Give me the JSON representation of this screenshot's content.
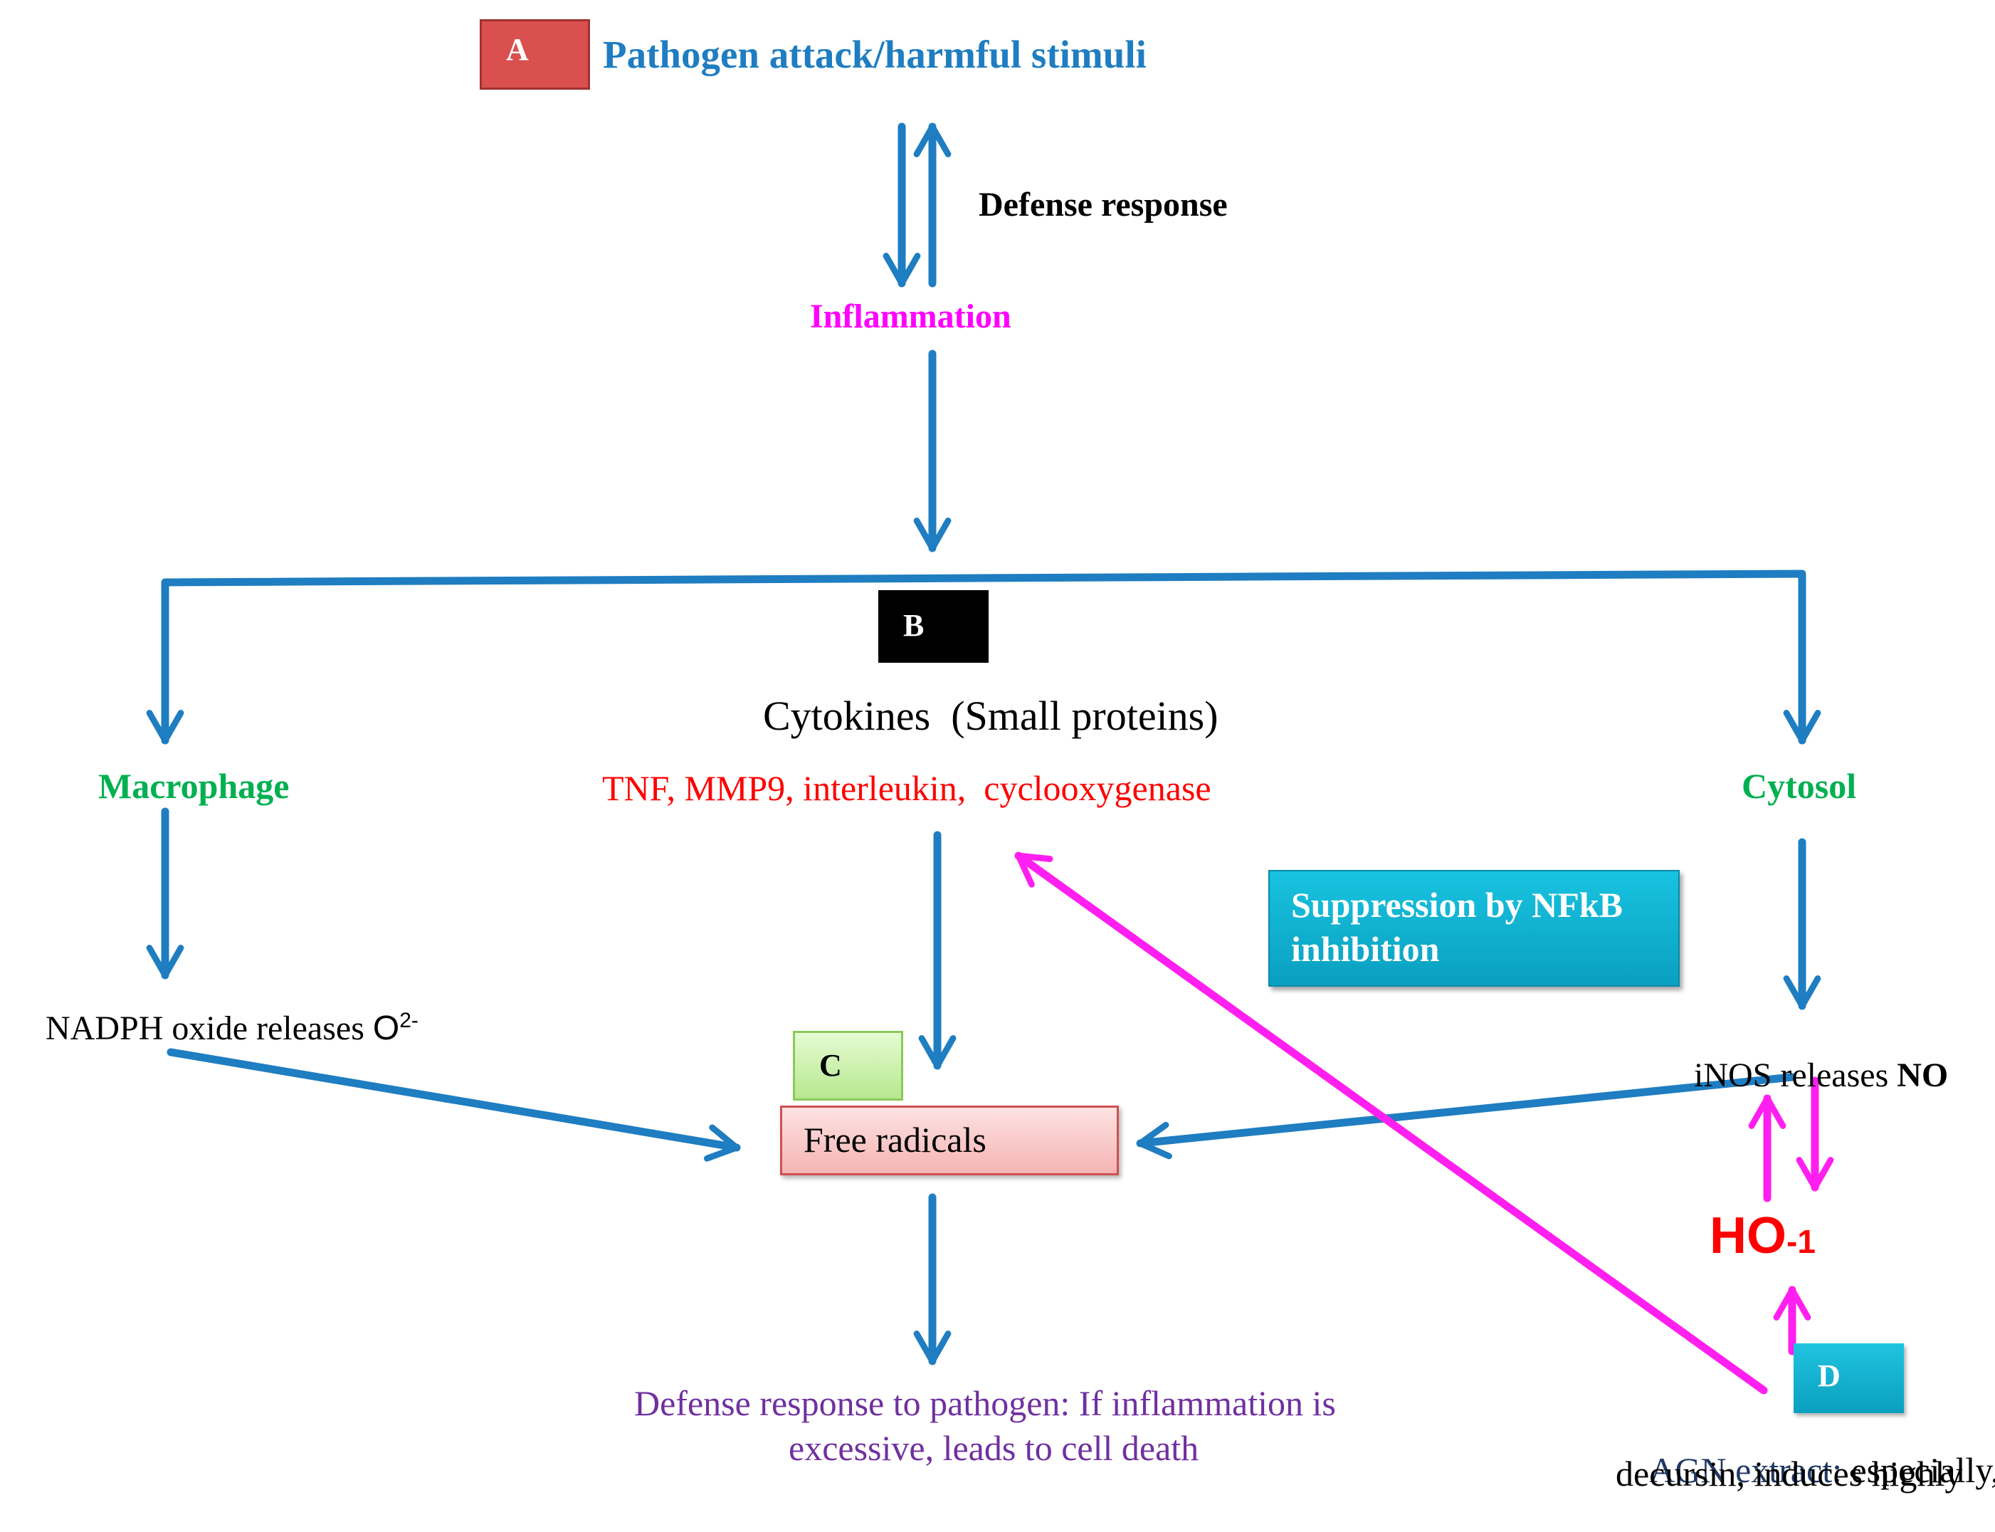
{
  "colors": {
    "arrow_blue": "#1f7dc1",
    "arrow_magenta": "#ff1ff0",
    "title_blue": "#1f7dc1",
    "magenta_text": "#ff00ff",
    "green_text": "#00b050",
    "red_text": "#ff0000",
    "purple_text": "#7030a0",
    "navy_text": "#1f3864",
    "box_a_fill": "#d9504f",
    "box_b_fill": "#000000",
    "box_c_fill": "#ccf3a8",
    "box_d_fill": "#1ab3cf",
    "free_radicals_fill": "#f8c4c4",
    "suppression_fill": "#0fb8d6"
  },
  "panels": {
    "a": "A",
    "b": "B",
    "c": "C",
    "d": "D"
  },
  "top": {
    "title": "Pathogen attack/harmful stimuli",
    "defense_response": "Defense response",
    "inflammation": "Inflammation"
  },
  "middle": {
    "cytokines": "Cytokines  (Small proteins)",
    "cytokine_list": "TNF, MMP9, interleukin,  cyclooxygenase",
    "macrophage": "Macrophage",
    "cytosol": "Cytosol",
    "nadph_text": "NADPH oxide releases ",
    "nadph_o": "O",
    "nadph_sup": "2-",
    "inos_text": "iNOS releases ",
    "inos_no": "NO",
    "suppression_line1": "Suppression by NFkB",
    "suppression_line2": "inhibition"
  },
  "bottom": {
    "free_radicals": "Free radicals",
    "outcome_line1": "Defense response to pathogen: If inflammation is",
    "outcome_line2": "excessive, leads to cell death",
    "ho1_main": "HO",
    "ho1_sub": "-1",
    "agn_line1_a": "AGN extract:",
    "agn_line1_b": " especially,",
    "agn_line2": "decursin, induces highly"
  }
}
